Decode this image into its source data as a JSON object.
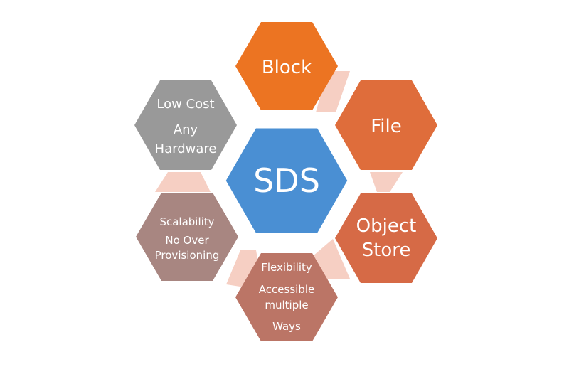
{
  "diagram": {
    "center": {
      "label": "SDS",
      "color": "#4a8fd3"
    },
    "hexagons": [
      {
        "id": "block",
        "lines": [
          "Block"
        ],
        "color": "#ec7422"
      },
      {
        "id": "file",
        "lines": [
          "File"
        ],
        "color": "#df6d3b"
      },
      {
        "id": "object-store",
        "lines": [
          "Object",
          "Store"
        ],
        "color": "#d66a46"
      },
      {
        "id": "flexibility",
        "lines": [
          "Flexibility",
          "Accessible",
          "multiple",
          "Ways"
        ],
        "color": "#bb7566"
      },
      {
        "id": "scalability",
        "lines": [
          "Scalability",
          "No Over",
          "Provisioning"
        ],
        "color": "#a88681"
      },
      {
        "id": "low-cost",
        "lines": [
          "Low Cost",
          "Any",
          "Hardware"
        ],
        "color": "#999999"
      }
    ],
    "connector_color": "#f6cfc3"
  }
}
